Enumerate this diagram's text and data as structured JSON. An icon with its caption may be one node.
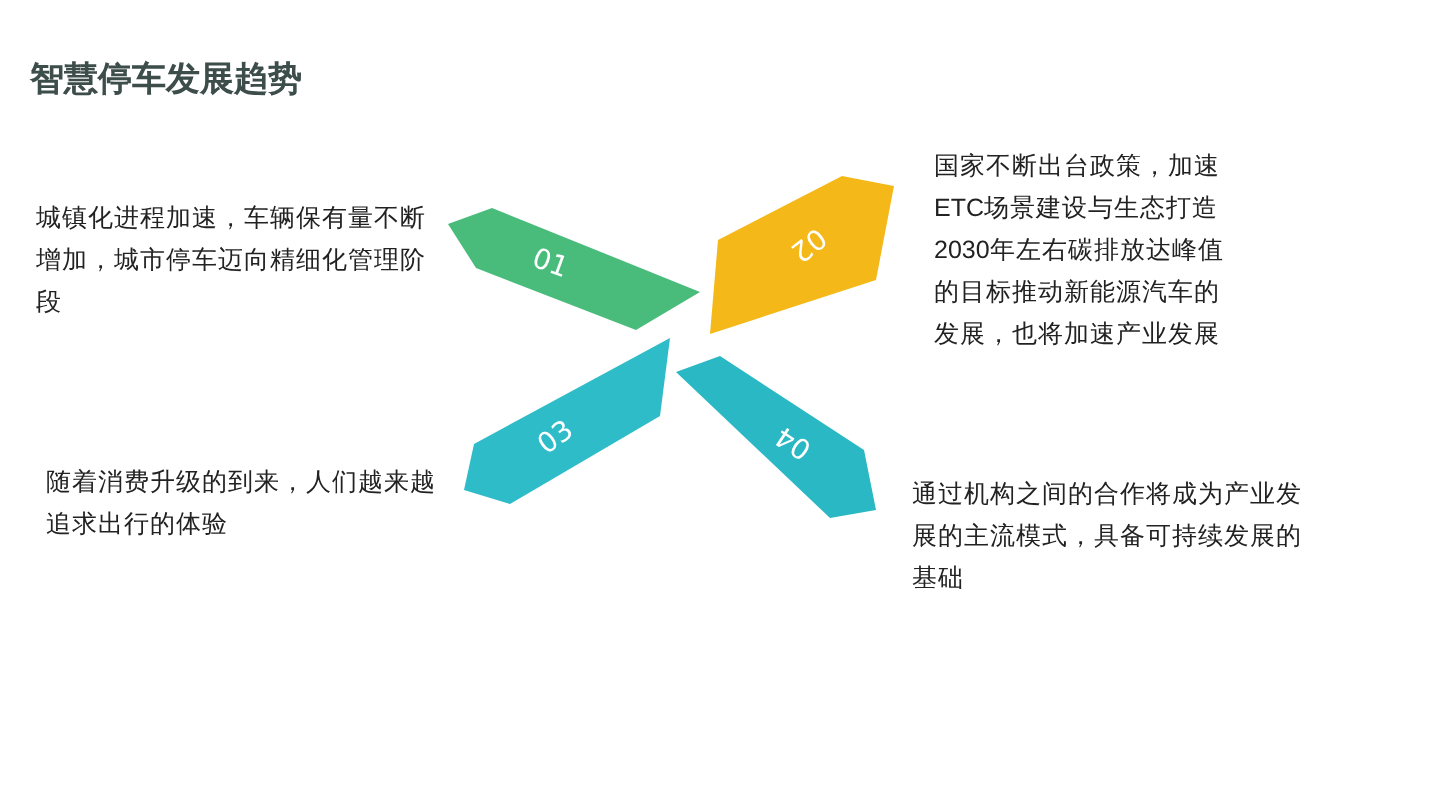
{
  "diagram": {
    "title": "智慧停车发展趋势",
    "nodes": [
      {
        "text": [
          "01"
        ],
        "beside": [
          "城镇化进程加速，车辆保有量不断增加，城市停车迈向精细化管理阶段"
        ]
      },
      {
        "text": [
          "02"
        ],
        "beside": [
          "国家不断出台政策，加速ETC场景建设与生态打造2030年左右碳排放达峰值的目标推动新能源汽车的发展，也将加速产业发展"
        ]
      },
      {
        "text": [
          "03"
        ],
        "beside": [
          "随着消费升级的到来，人们越来越追求出行的体验"
        ]
      },
      {
        "text": [
          "04"
        ],
        "beside": [
          "通过机构之间的合作将成为产业发展的主流模式，具备可持续发展的基础"
        ]
      }
    ]
  }
}
